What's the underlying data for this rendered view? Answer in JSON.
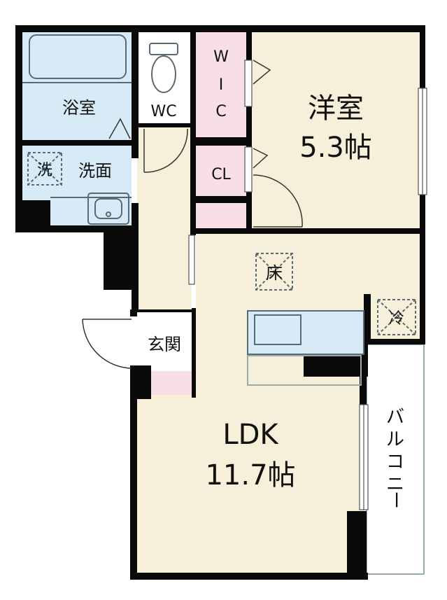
{
  "colors": {
    "wall": "#0a0a0a",
    "wet_area": "#d6ebf5",
    "room_floor": "#f6efd9",
    "closet": "#f8dfe6",
    "balcony": "#ffffff",
    "fixture_line": "#5a6a74"
  },
  "rooms": {
    "bath": "浴室",
    "toilet": "WC",
    "wic": [
      "W",
      "I",
      "C"
    ],
    "bedroom": {
      "name": "洋室",
      "size": "5.3帖"
    },
    "closet": "CL",
    "washroom": "洗面",
    "laundry": "洗",
    "floor_storage": "床",
    "entrance": "玄関",
    "fridge": "冷",
    "ldk": {
      "name": "LDK",
      "size": "11.7帖"
    },
    "balcony": [
      "バ",
      "ル",
      "コ",
      "ニ",
      "ー"
    ]
  }
}
